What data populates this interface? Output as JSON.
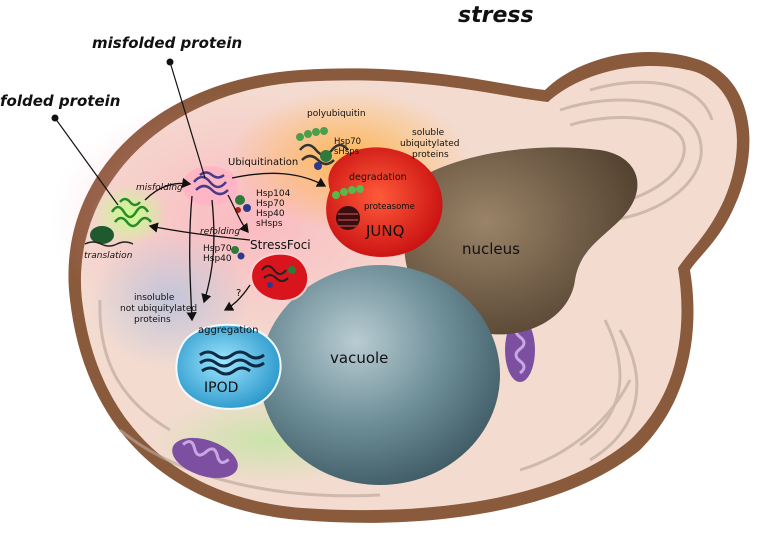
{
  "title": "stress",
  "labels": {
    "folded_protein": "folded protein",
    "misfolded_protein": "misfolded protein",
    "misfolding": "misfolding",
    "translation": "translation",
    "refolding": "refolding",
    "polyubiquitin": "polyubiquitin",
    "ubiquitination": "Ubiquitination",
    "soluble_line1": "soluble",
    "soluble_line2": "ubiquitylated",
    "soluble_line3": "proteins",
    "degradation": "degradation",
    "proteasome": "proteasome",
    "junq": "JUNQ",
    "nucleus": "nucleus",
    "hsp_upper_1": "Hsp70",
    "hsp_upper_2": "sHsps",
    "hsp_mid_1": "Hsp104",
    "hsp_mid_2": "Hsp70",
    "hsp_mid_3": "Hsp40",
    "hsp_mid_4": "sHsps",
    "hsp_left_1": "Hsp70",
    "hsp_left_2": "Hsp40",
    "stress_foci": "StressFoci",
    "question": "?",
    "insoluble_line1": "insoluble",
    "insoluble_line2": "not ubiquitylated",
    "insoluble_line3": "proteins",
    "aggregation": "aggregation",
    "ipod": "IPOD",
    "vacuole": "vacuole"
  },
  "colors": {
    "cell_wall": "#8a5a3c",
    "cytoplasm": "#f3d9cf",
    "junq": "#e8231a",
    "nucleus": "#6b5744",
    "vacuole": "#5b7c86",
    "ipod": "#38b7e8",
    "stress_foci": "#d8141c",
    "folded_glow": "#9be55a",
    "mitochondria": "#7d4fa0"
  }
}
